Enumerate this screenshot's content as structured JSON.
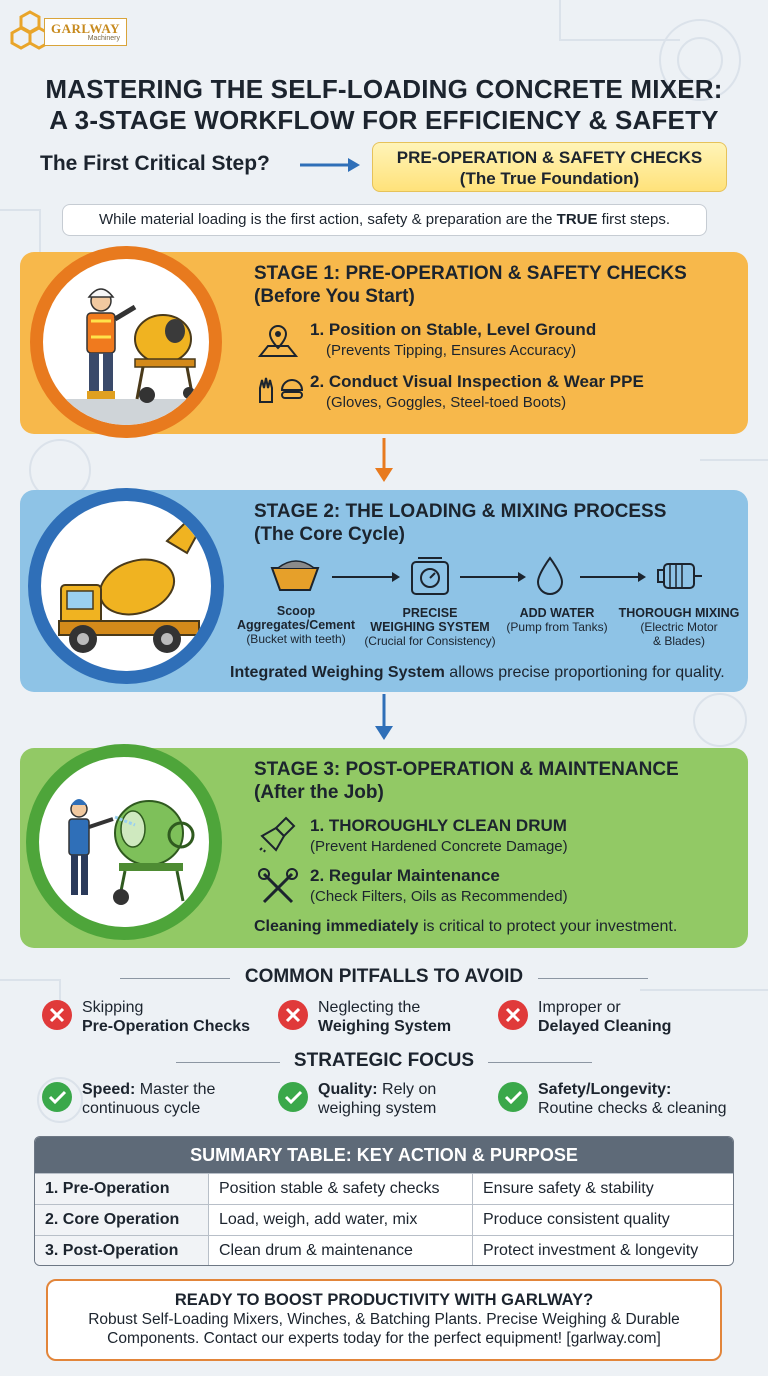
{
  "brand": {
    "name": "GARLWAY",
    "sub": "Machinery"
  },
  "title": {
    "line1": "MASTERING THE SELF-LOADING CONCRETE MIXER:",
    "line2": "A 3-STAGE WORKFLOW FOR EFFICIENCY & SAFETY"
  },
  "question": "The First Critical Step?",
  "foundation": {
    "line1": "PRE-OPERATION & SAFETY CHECKS",
    "line2": "(The True Foundation)"
  },
  "intro": {
    "before": "While material loading is the first action, safety & preparation are the ",
    "bold": "TRUE",
    "after": " first steps."
  },
  "stage1": {
    "title": "STAGE 1: PRE-OPERATION & SAFETY CHECKS",
    "subtitle": "(Before You Start)",
    "items": [
      {
        "title": "1. Position on Stable, Level Ground",
        "sub": "(Prevents Tipping, Ensures Accuracy)",
        "icon": "map-pin-icon"
      },
      {
        "title": "2. Conduct Visual Inspection & Wear PPE",
        "sub": "(Gloves, Goggles, Steel-toed Boots)",
        "icon": "ppe-icon"
      }
    ]
  },
  "stage2": {
    "title": "STAGE 2: THE LOADING & MIXING PROCESS",
    "subtitle": "(The Core Cycle)",
    "steps": [
      {
        "l1": "Scoop",
        "l2": "Aggregates/Cement",
        "sub": "(Bucket with teeth)",
        "icon": "bucket-icon"
      },
      {
        "l1": "PRECISE",
        "l2": "WEIGHING SYSTEM",
        "sub": "(Crucial for Consistency)",
        "icon": "scale-icon"
      },
      {
        "l1": "ADD WATER",
        "l2": "",
        "sub": "(Pump from Tanks)",
        "icon": "water-drop-icon"
      },
      {
        "l1": "THOROUGH MIXING",
        "l2": "",
        "sub": "(Electric Motor",
        "sub2": "& Blades)",
        "icon": "motor-icon"
      }
    ],
    "note_bold": "Integrated Weighing System",
    "note_rest": " allows precise proportioning for quality."
  },
  "stage3": {
    "title": "STAGE 3: POST-OPERATION & MAINTENANCE",
    "subtitle": "(After the Job)",
    "items": [
      {
        "title": "1. THOROUGHLY CLEAN DRUM",
        "sub": "(Prevent Hardened Concrete Damage)",
        "icon": "cleaning-brush-icon"
      },
      {
        "title": "2. Regular Maintenance",
        "sub": "(Check Filters, Oils as Recommended)",
        "icon": "tools-icon"
      }
    ],
    "note_bold": "Cleaning immediately",
    "note_rest": " is critical to protect your investment."
  },
  "pitfalls": {
    "title": "COMMON PITFALLS TO AVOID",
    "items": [
      {
        "l1": "Skipping",
        "l2": "Pre-Operation Checks"
      },
      {
        "l1": "Neglecting the",
        "l2": "Weighing System"
      },
      {
        "l1": "Improper or",
        "l2": "Delayed Cleaning"
      }
    ]
  },
  "focus": {
    "title": "STRATEGIC FOCUS",
    "items": [
      {
        "bold": "Speed:",
        "rest": " Master the",
        "l2": "continuous cycle"
      },
      {
        "bold": "Quality:",
        "rest": " Rely on",
        "l2": "weighing system"
      },
      {
        "bold": "Safety/Longevity:",
        "rest": "",
        "l2": "Routine checks & cleaning"
      }
    ]
  },
  "summary": {
    "title": "SUMMARY TABLE: KEY ACTION & PURPOSE",
    "rows": [
      [
        "1. Pre-Operation",
        "Position stable & safety checks",
        "Ensure safety & stability"
      ],
      [
        "2. Core Operation",
        "Load, weigh, add water, mix",
        "Produce consistent quality"
      ],
      [
        "3. Post-Operation",
        "Clean drum & maintenance",
        "Protect investment & longevity"
      ]
    ]
  },
  "cta": {
    "title": "READY TO BOOST PRODUCTIVITY WITH GARLWAY?",
    "line1": "Robust Self-Loading Mixers, Winches, & Batching Plants. Precise Weighing & Durable",
    "line2": "Components. Contact our experts today for the perfect equipment! [garlway.com]"
  },
  "colors": {
    "orange": "#f7b84b",
    "blue": "#8ec3e6",
    "green": "#92c965",
    "red": "#e03a3a",
    "check": "#3aa84a"
  }
}
